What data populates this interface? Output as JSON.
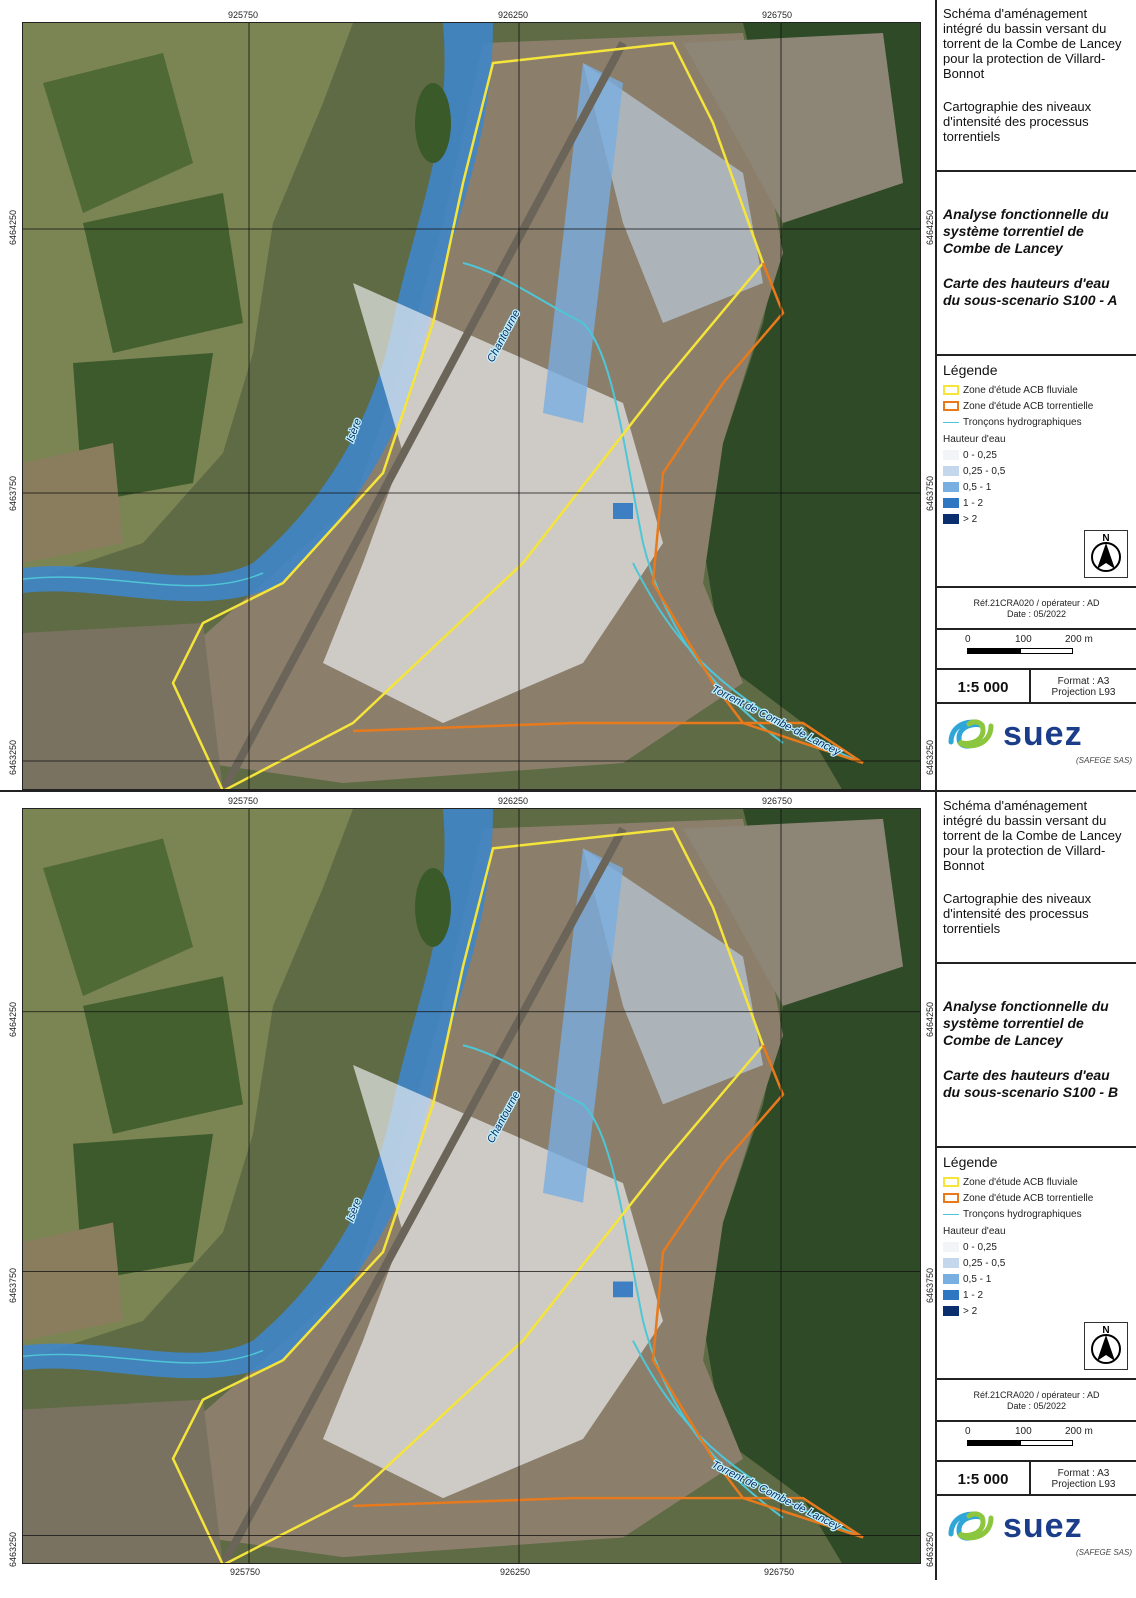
{
  "colors": {
    "zone_fluviale": "#f5e43a",
    "zone_torrentielle": "#e87a1c",
    "troncons": "#4fc6d6",
    "h1": "#f2f4f8",
    "h2": "#c4d7ec",
    "h3": "#79aee0",
    "h4": "#2f77c2",
    "h5": "#0b2e6e",
    "brand": "#1b3d8a"
  },
  "coords": {
    "x": [
      "925750",
      "926250",
      "926750"
    ],
    "y": [
      "6464250",
      "6463750",
      "6463250"
    ]
  },
  "map_labels": {
    "river": "Isère",
    "canal": "Chantourne",
    "torrent": "Torrent de Combe-de Lancey"
  },
  "panels": [
    {
      "project_title": "Schéma d'aménagement intégré du bassin versant du torrent de la Combe de Lancey pour la protection de Villard-Bonnot",
      "subtitle": "Cartographie des niveaux d'intensité des processus torrentiels",
      "analysis_title": "Analyse fonctionnelle du système torrentiel de Combe de Lancey",
      "map_title": "Carte des hauteurs d'eau du sous-scenario S100 - A"
    },
    {
      "project_title": "Schéma d'aménagement intégré du bassin versant du torrent de la Combe de Lancey pour la protection de Villard-Bonnot",
      "subtitle": "Cartographie des niveaux d'intensité des processus torrentiels",
      "analysis_title": "Analyse fonctionnelle du système torrentiel de Combe de Lancey",
      "map_title": "Carte des hauteurs d'eau du sous-scenario S100 - B"
    }
  ],
  "legend": {
    "title": "Légende",
    "zone_fluviale": "Zone d'étude ACB fluviale",
    "zone_torrentielle": "Zone d'étude ACB torrentielle",
    "troncons": "Tronçons hydrographiques",
    "hauteur_title": "Hauteur d'eau",
    "classes": [
      "0 - 0,25",
      "0,25 - 0,5",
      "0,5 - 1",
      "1 - 2",
      "> 2"
    ]
  },
  "reference": {
    "ref": "Réf.21CRA020 / opérateur : AD",
    "date": "Date : 05/2022"
  },
  "scale": {
    "labels": [
      "0",
      "100",
      "200 m"
    ],
    "ratio": "1:5 000",
    "format": "Format : A3",
    "projection": "Projection L93"
  },
  "brand": {
    "name": "suez",
    "company": "(SAFEGE SAS)"
  },
  "north": "N"
}
